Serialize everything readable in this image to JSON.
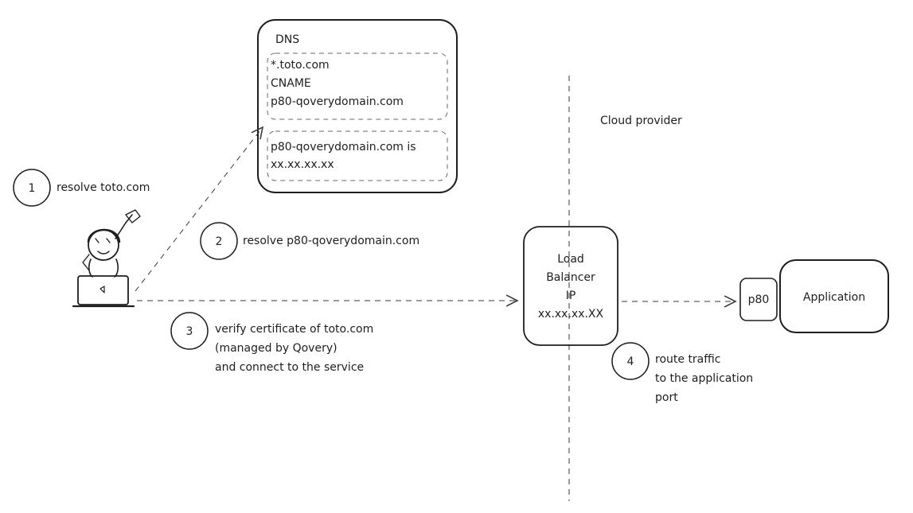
{
  "dns": {
    "title": "DNS",
    "record1": [
      "*.toto.com",
      "CNAME",
      "p80-qoverydomain.com"
    ],
    "record2": [
      "p80-qoverydomain.com is",
      "xx.xx.xx.xx"
    ]
  },
  "zone_label": "Cloud provider",
  "load_balancer": {
    "lines": [
      "Load",
      "Balancer",
      "IP"
    ],
    "ip": "xx.xx.xx.XX"
  },
  "port": "p80",
  "application": "Application",
  "steps": [
    {
      "number": "1",
      "lines": [
        "resolve toto.com"
      ]
    },
    {
      "number": "2",
      "lines": [
        "resolve p80-qoverydomain.com"
      ]
    },
    {
      "number": "3",
      "lines": [
        "verify certificate of toto.com",
        "(managed by Qovery)",
        "and connect to the service"
      ]
    },
    {
      "number": "4",
      "lines": [
        "route traffic",
        "to the application",
        "port"
      ]
    }
  ],
  "colors": {
    "ink": "#1e1e1e",
    "dash": "#6a6a6a",
    "background": "#ffffff"
  },
  "icons": {
    "user": "user-at-laptop-icon"
  }
}
